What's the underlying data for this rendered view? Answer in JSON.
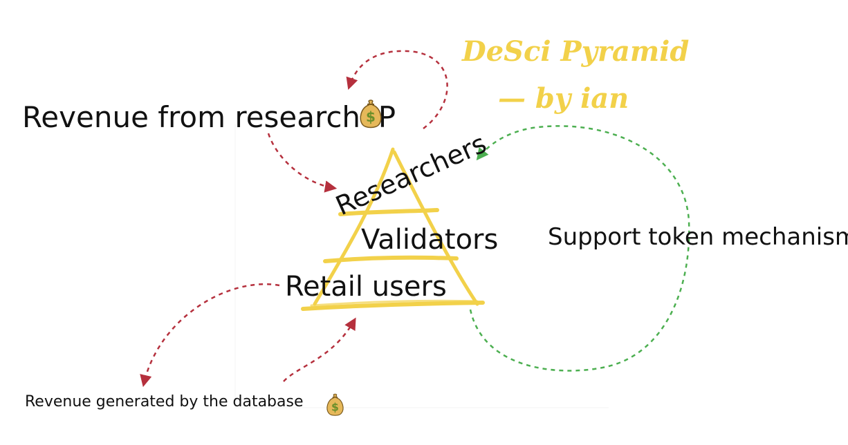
{
  "title": {
    "line1": "DeSci Pyramid",
    "line2": "— by ian"
  },
  "labels": {
    "revenue_research": "Revenue from research IP",
    "researchers": "Researchers",
    "validators": "Validators",
    "retail_users": "Retail users",
    "support_token": "Support token mechanism",
    "revenue_database": "Revenue generated by the database"
  },
  "colors": {
    "pyramid": "#f2d14a",
    "red_arrows": "#b5303d",
    "green_arrow": "#4caf50",
    "text": "#111111",
    "title": "#f2d14a"
  },
  "icons": {
    "money_bag": "money-bag-icon"
  }
}
